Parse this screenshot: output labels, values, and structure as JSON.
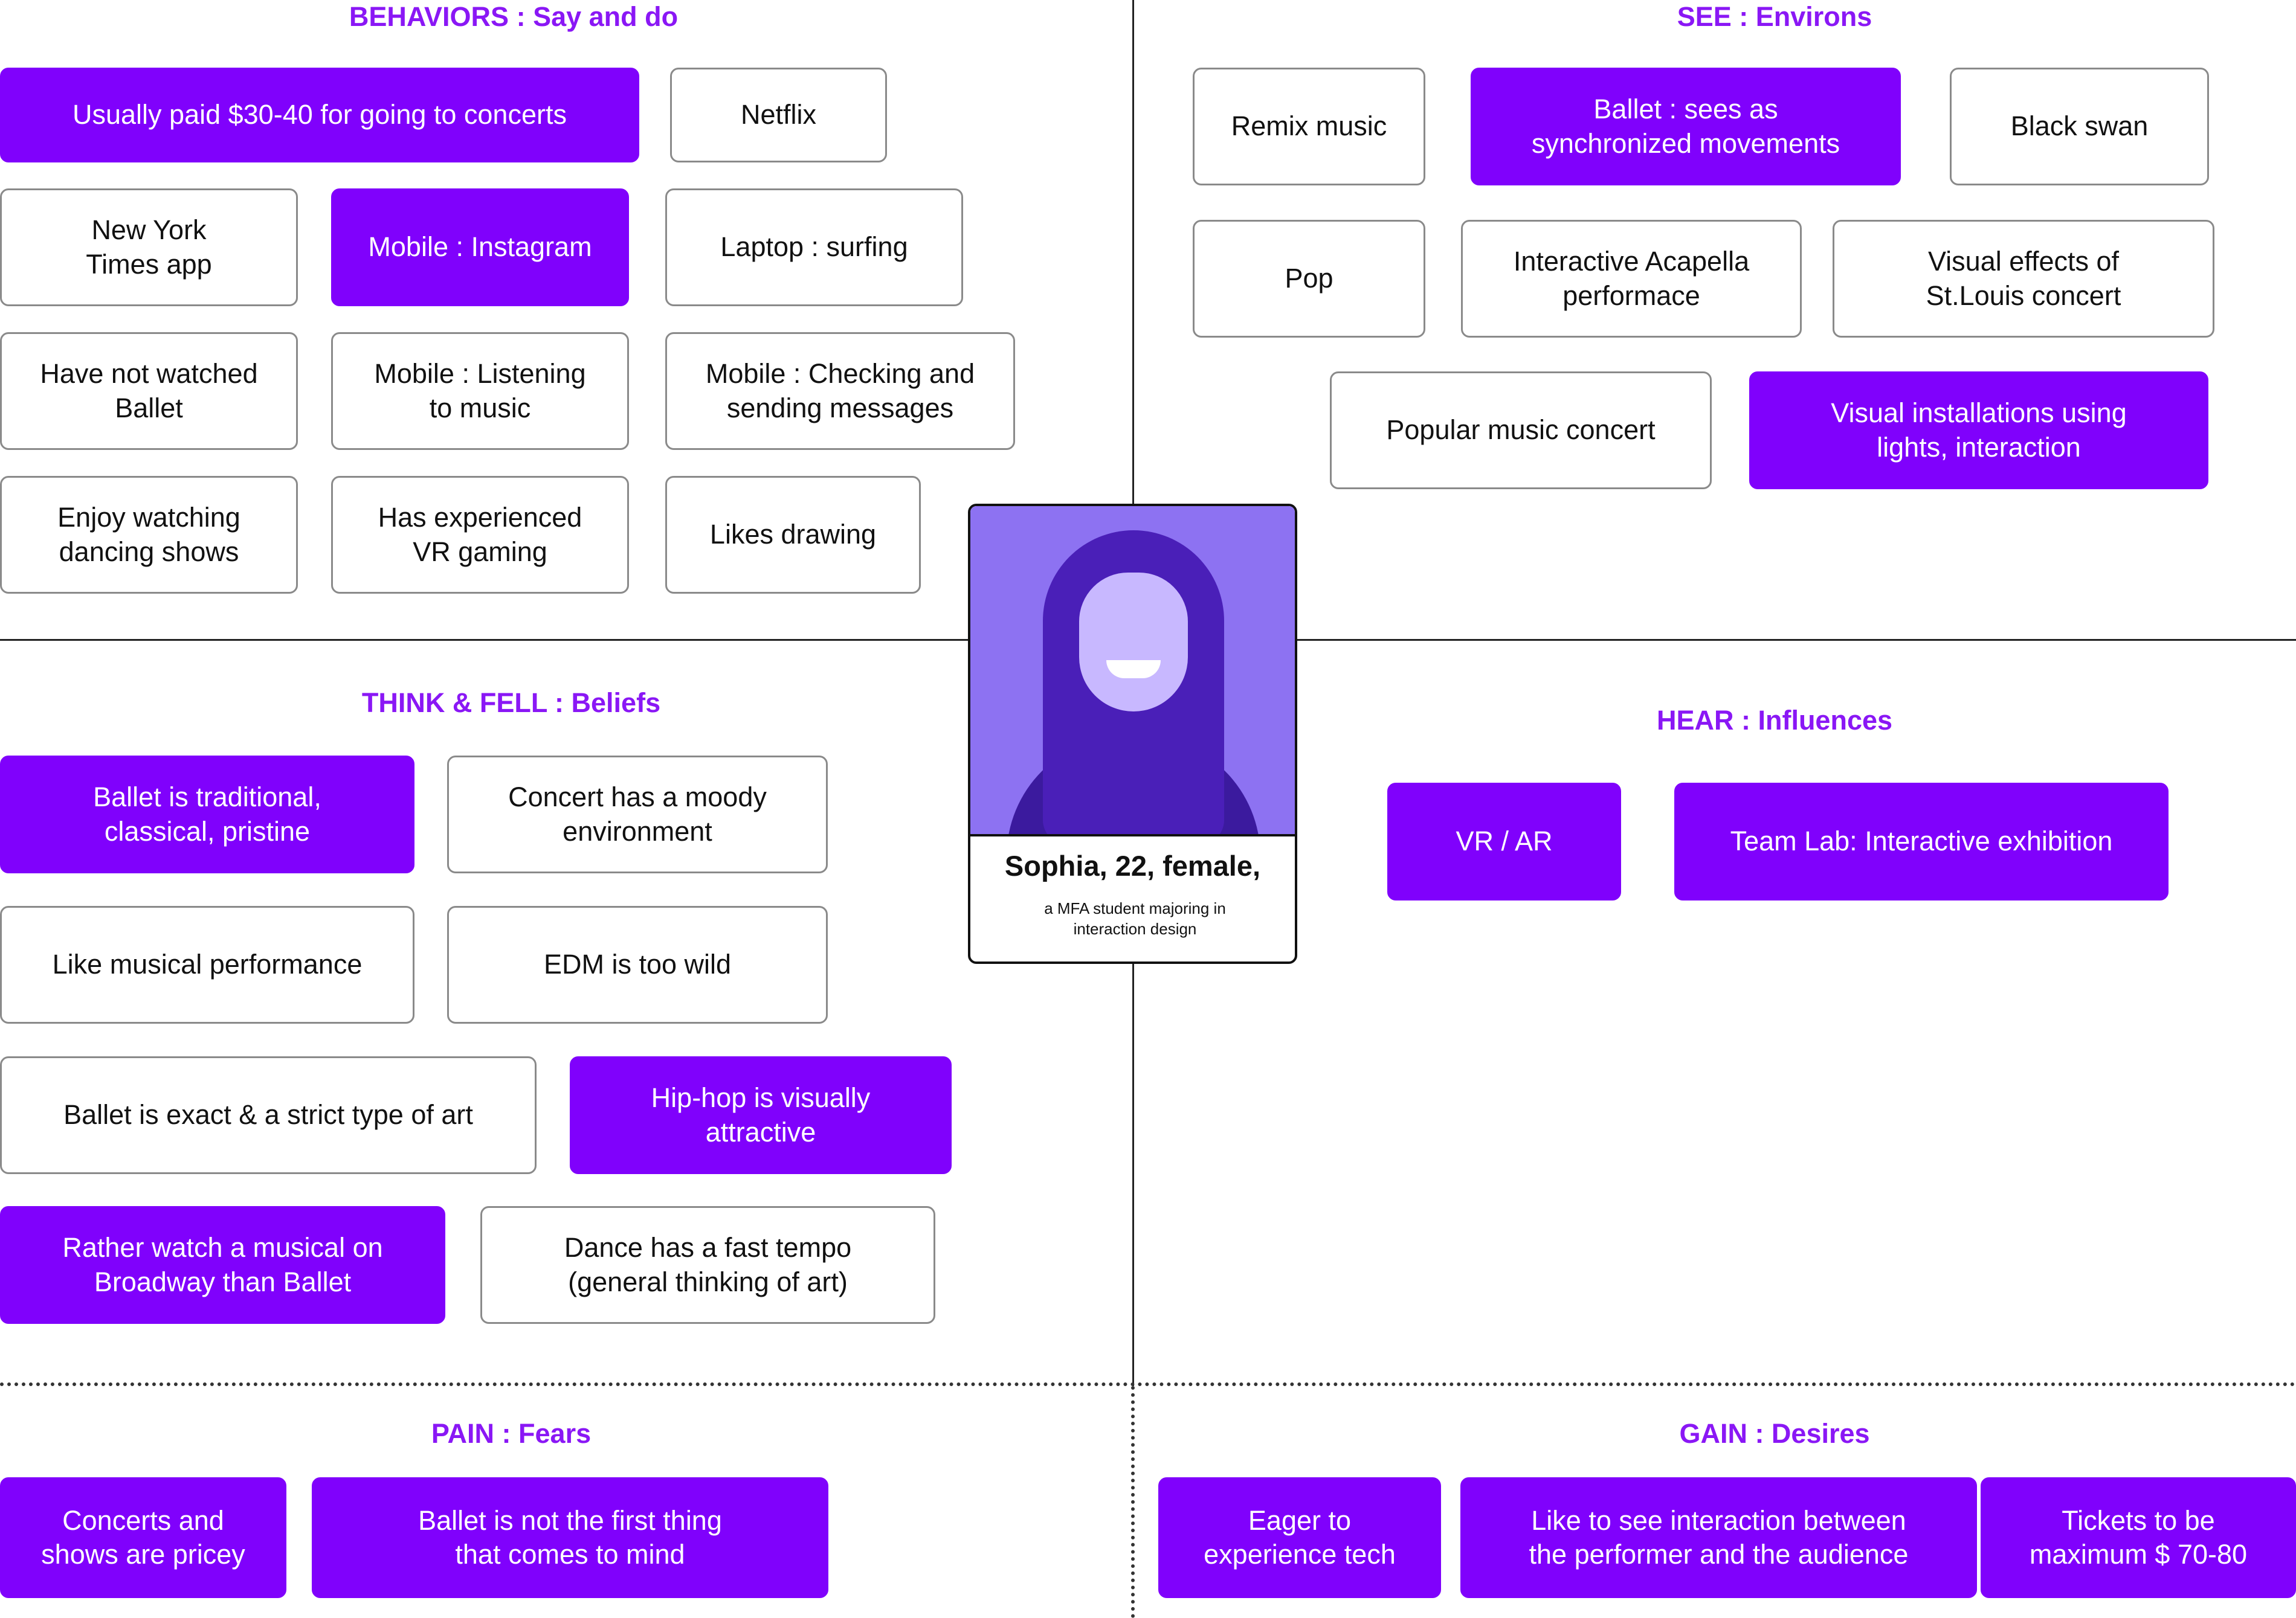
{
  "sections": {
    "behaviors": "BEHAVIORS : Say and do",
    "see": "SEE : Environs",
    "think": "THINK & FELL : Beliefs",
    "hear": "HEAR : Influences",
    "pain": "PAIN : Fears",
    "gain": "GAIN : Desires"
  },
  "persona": {
    "name": "Sophia, 22, female,",
    "description": "a MFA student majoring in\ninteraction design"
  },
  "colors": {
    "accent": "#8001fc",
    "title": "#8a17f5",
    "border": "#8a8a8a"
  },
  "behaviors": [
    "Usually paid $30-40 for going to concerts",
    "Netflix",
    "New York\nTimes app",
    "Mobile : Instagram",
    "Laptop : surfing",
    "Have not watched\nBallet",
    "Mobile : Listening\nto music",
    "Mobile : Checking and\nsending messages",
    "Enjoy watching\ndancing shows",
    "Has experienced\nVR gaming",
    "Likes drawing"
  ],
  "see": [
    "Remix music",
    "Ballet : sees as\nsynchronized movements",
    "Black swan",
    "Pop",
    "Interactive Acapella\nperformace",
    "Visual effects of\nSt.Louis concert",
    "Popular music concert",
    "Visual installations using\nlights, interaction"
  ],
  "think": [
    "Ballet is traditional,\nclassical, pristine",
    "Concert has a moody\nenvironment",
    "Like musical performance",
    "EDM is too wild",
    "Ballet is exact & a strict type of art",
    "Hip-hop is visually\nattractive",
    "Rather watch a musical on\nBroadway than Ballet",
    "Dance has a fast tempo\n(general thinking of art)"
  ],
  "hear": [
    "VR / AR",
    "Team Lab: Interactive exhibition"
  ],
  "pain": [
    "Concerts and\nshows are pricey",
    "Ballet is not the first thing\nthat comes to mind"
  ],
  "gain": [
    "Eager to\nexperience tech",
    "Like to see interaction between\nthe performer and the audience",
    "Tickets to be\nmaximum $ 70-80"
  ]
}
